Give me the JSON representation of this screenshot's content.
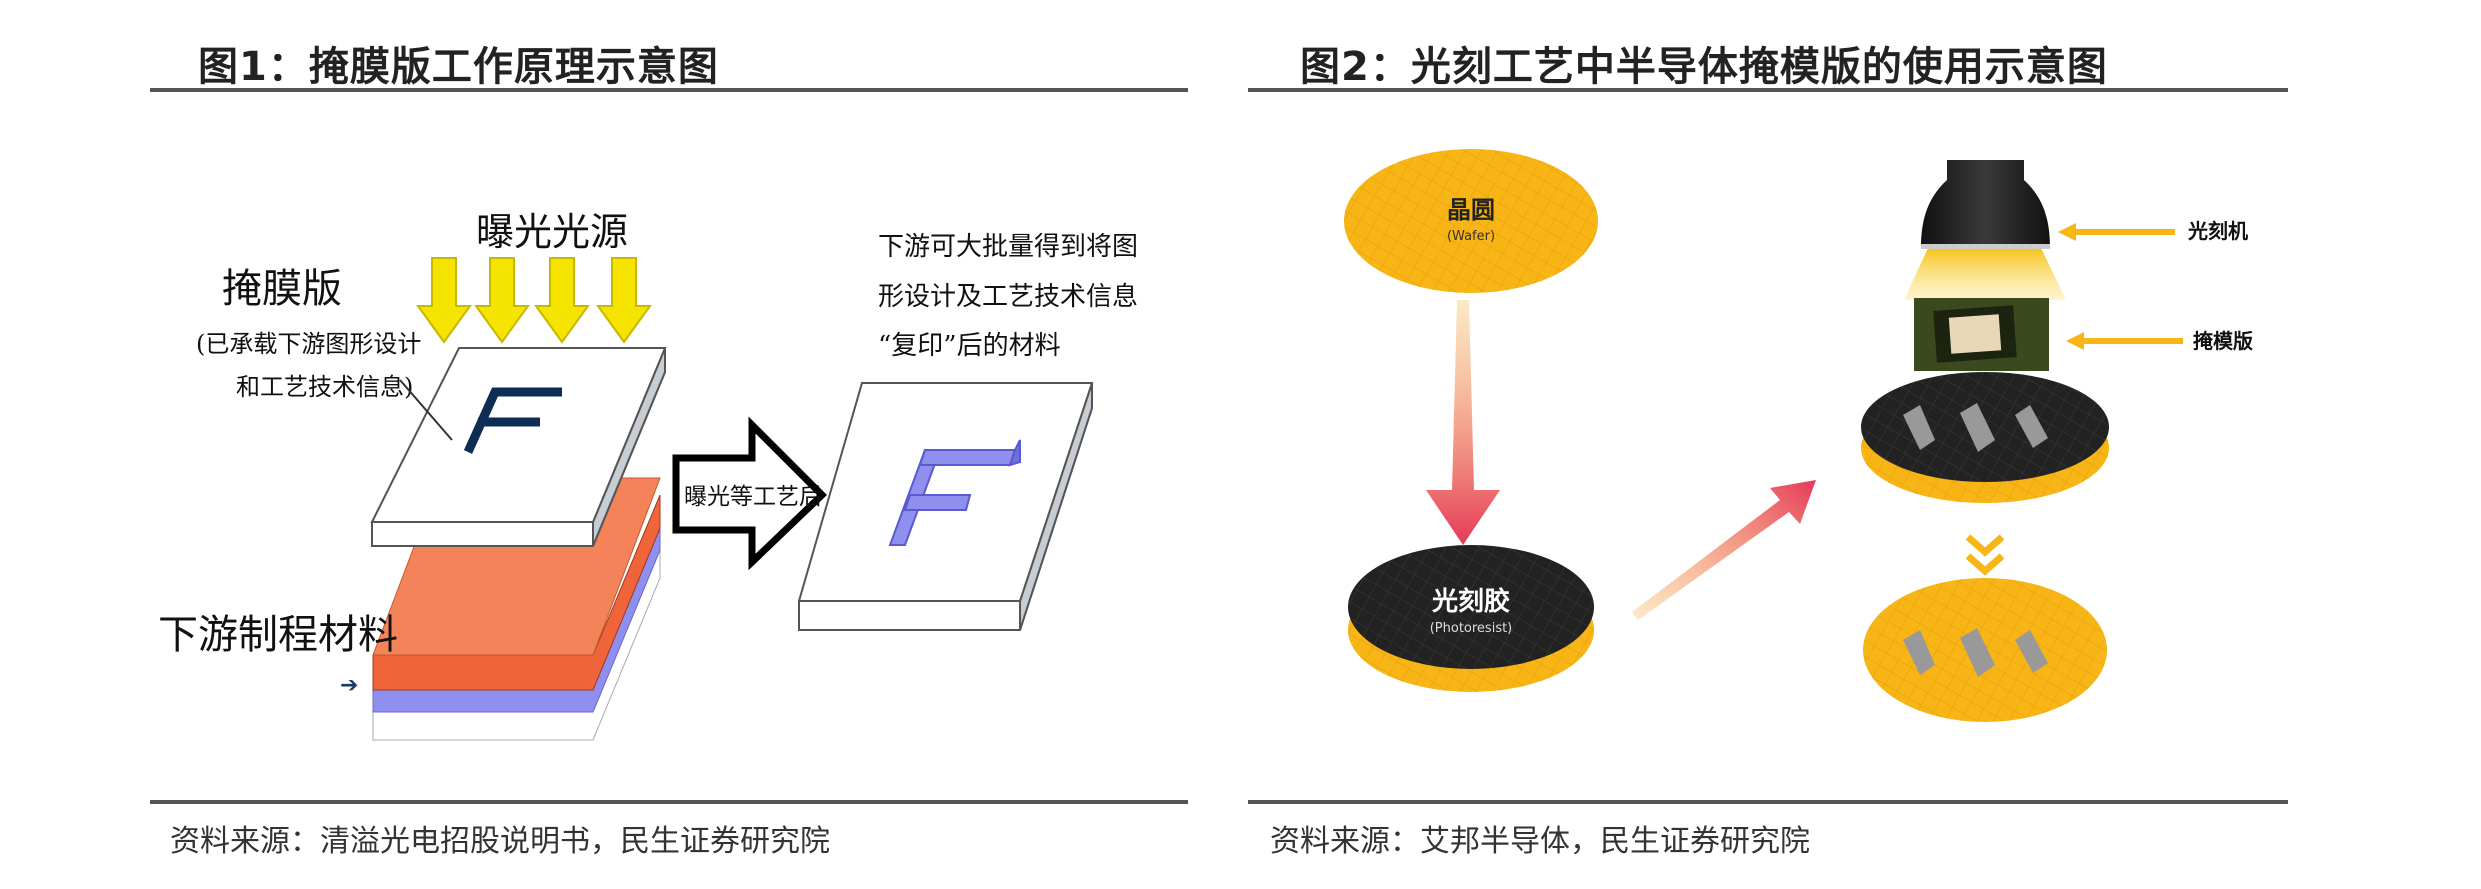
{
  "figure1": {
    "title": "图1：掩膜版工作原理示意图",
    "light_source_label": "曝光光源",
    "mask_label": "掩膜版",
    "mask_note_line1": "(已承载下游图形设计",
    "mask_note_line2": "和工艺技术信息)",
    "material_label": "下游制程材料",
    "process_arrow_label": "曝光等工艺后",
    "result_line1": "下游可大批量得到将图",
    "result_line2": "形设计及工艺技术信息",
    "result_line3": "“复印”后的材料",
    "pattern_letter": "F",
    "source": "资料来源：清溢光电招股说明书，民生证券研究院"
  },
  "figure2": {
    "title": "图2：光刻工艺中半导体掩模版的使用示意图",
    "wafer_label": "晶圆",
    "wafer_sub": "(Wafer)",
    "photoresist_label": "光刻胶",
    "photoresist_sub": "(Photoresist)",
    "lithography_machine_label": "光刻机",
    "mask_label": "掩模版",
    "source": "资料来源：艾邦半导体，民生证券研究院"
  },
  "colors": {
    "wafer_yellow": "#f7b516",
    "orange_layer": "#f4835a",
    "purple_layer": "#8f8ff0",
    "arrow_yellow": "#f5e300",
    "rule_gray": "#555555"
  }
}
